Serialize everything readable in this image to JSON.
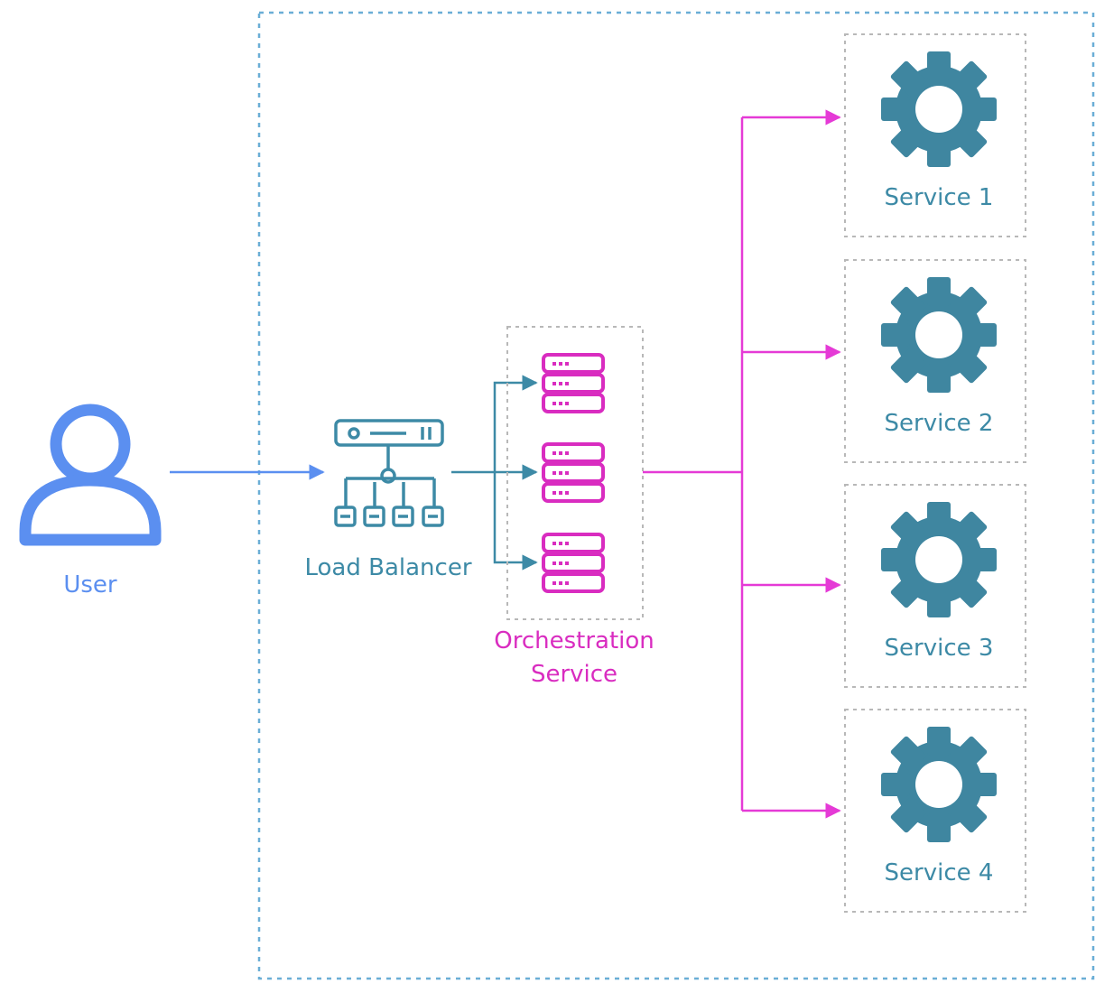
{
  "user": {
    "label": "User",
    "icon": "user-icon",
    "color": "#5b8ff0"
  },
  "load_balancer": {
    "label": "Load Balancer",
    "icon": "load-balancer-icon",
    "color": "#3d8aa6"
  },
  "orchestration": {
    "label_line1": "Orchestration",
    "label_line2": "Service",
    "icon": "server-stack-icon",
    "color": "#d92cc0"
  },
  "services": [
    {
      "label": "Service 1",
      "icon": "gear-icon"
    },
    {
      "label": "Service 2",
      "icon": "gear-icon"
    },
    {
      "label": "Service 3",
      "icon": "gear-icon"
    },
    {
      "label": "Service 4",
      "icon": "gear-icon"
    }
  ],
  "colors": {
    "user_arrow": "#5b8ff0",
    "lb_arrow": "#3d8aa6",
    "orch_arrow": "#e53ad6",
    "service_gear": "#3f86a0",
    "boundary": "#6aaed6",
    "box_border": "#b8b8b8"
  }
}
